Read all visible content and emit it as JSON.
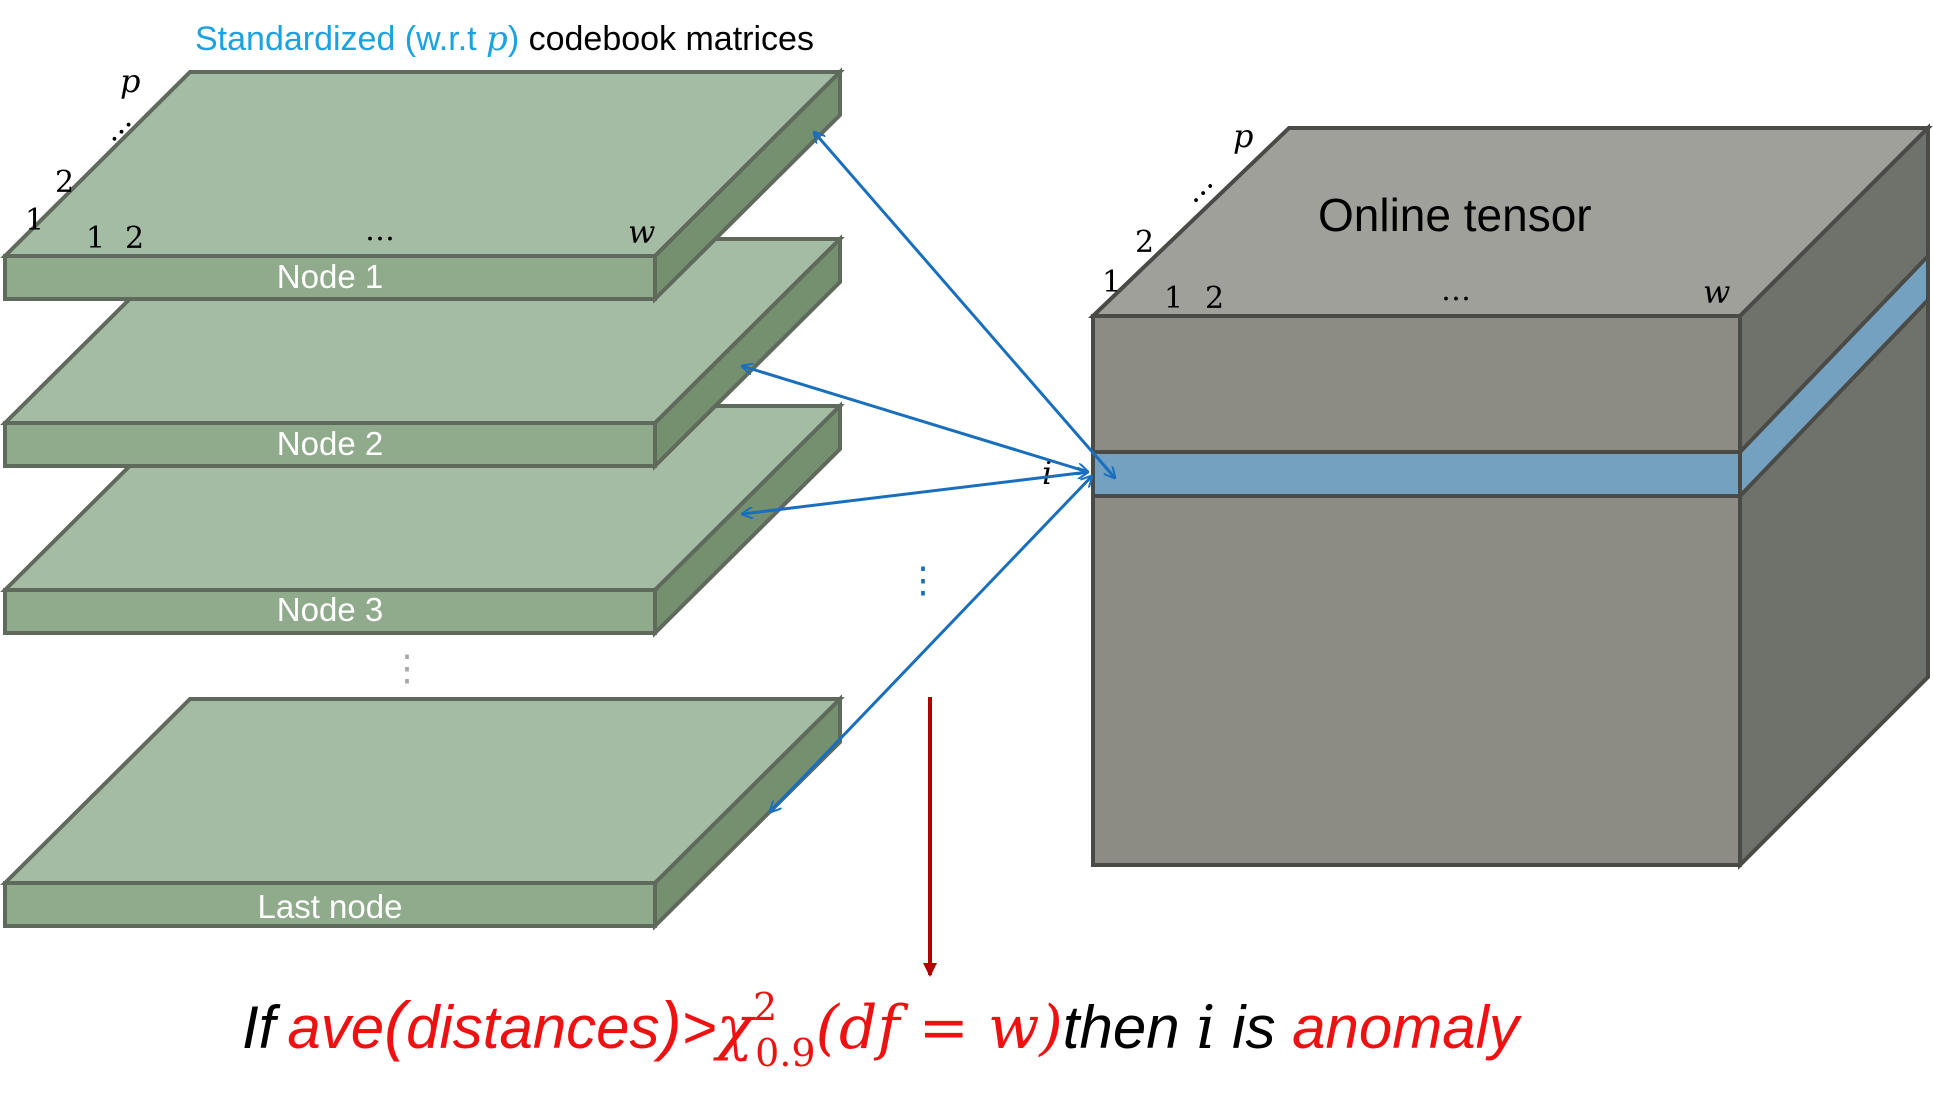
{
  "title": {
    "part1": "Standardized (w.r.t ",
    "p": "p",
    "part2": ")",
    "part3": " codebook matrices"
  },
  "left_axis": {
    "p": "p",
    "dots": "…",
    "two": "2",
    "one": "1",
    "col1": "1",
    "col2": "2",
    "col_dots": "…",
    "w": "w"
  },
  "nodes": [
    "Node 1",
    "Node 2",
    "Node 3",
    "Last node"
  ],
  "vertical_dots": "⋮",
  "tensor": {
    "title": "Online tensor",
    "p": "p",
    "dots": "…",
    "two": "2",
    "one": "1",
    "col1": "1",
    "col2": "2",
    "col_dots": "…",
    "w": "w",
    "row_label": "i"
  },
  "formula": {
    "if": "If",
    "ave": "ave",
    "lparen": "(",
    "distances": "distances",
    "rparen": ")",
    "gt": ">",
    "chi": "χ",
    "sup": "2",
    "sub": "0.9",
    "args": "(df = w)",
    "then": "then ",
    "i": "i",
    "is": " is ",
    "anomaly": "anomaly"
  },
  "colors": {
    "slab_top": "#a4bca4",
    "slab_front": "#8fab8b",
    "slab_side": "#75906f",
    "slab_stroke": "#5f6a5d",
    "cube_top": "#a0a09a",
    "cube_front": "#8c8c84",
    "cube_side": "#6f716b",
    "band": "#75a1c0",
    "arrow_blue": "#1a6fbd",
    "arrow_red": "#b00000",
    "title_blue": "#1aa3e0",
    "red": "#ee1111"
  }
}
